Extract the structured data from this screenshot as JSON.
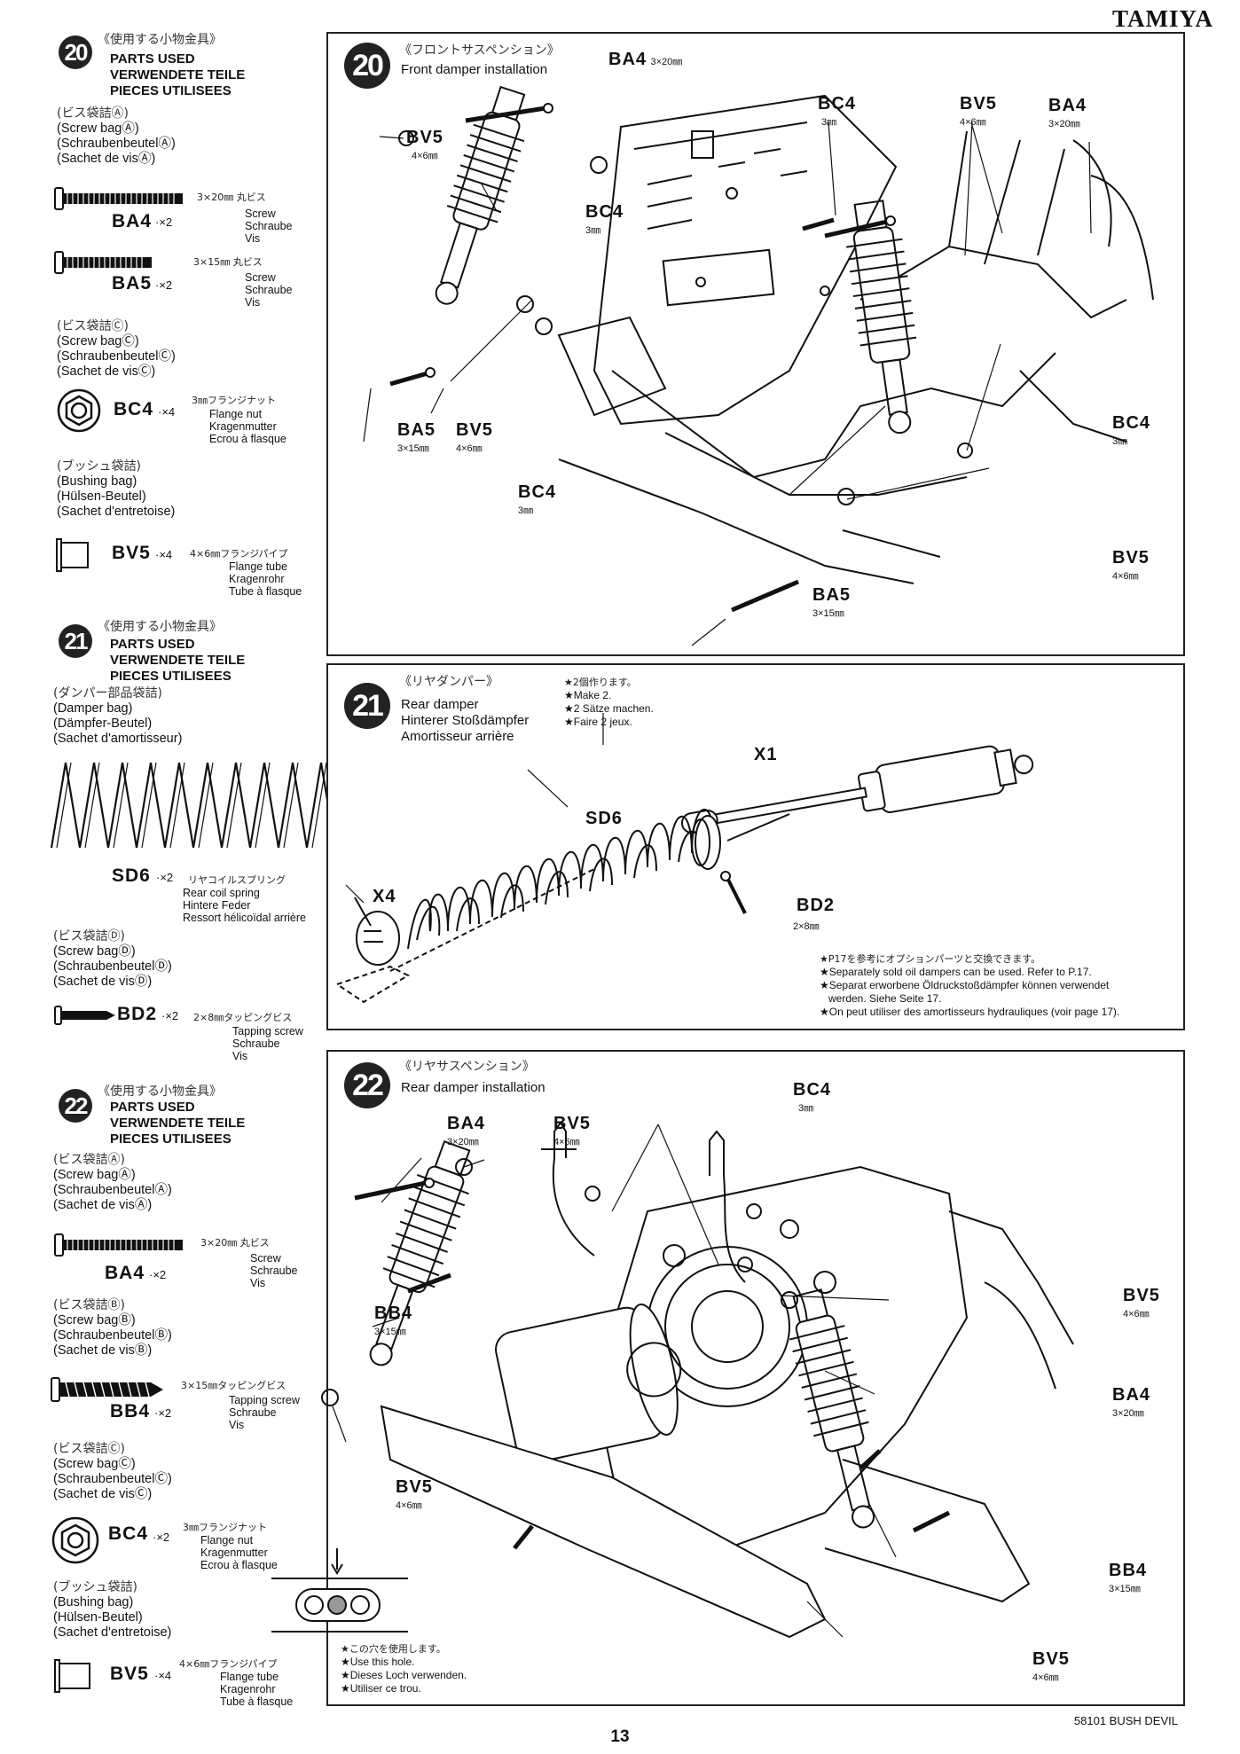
{
  "brand": "TAMIYA",
  "footer": {
    "product": "58101 BUSH DEVIL",
    "page": "13"
  },
  "left": {
    "s20": {
      "num": "20",
      "jp": "《使用する小物金具》",
      "h1": "PARTS USED",
      "h2": "VERWENDETE TEILE",
      "h3": "PIECES UTILISEES",
      "bagA": {
        "jp": "(ビス袋詰Ⓐ)",
        "en": "(Screw bagⒶ)",
        "de": "(SchraubenbeutelⒶ)",
        "fr": "(Sachet de visⒶ)"
      },
      "ba4": {
        "code": "BA4",
        "qty": "·×2",
        "size": "3×20㎜ 丸ビス",
        "d1": "Screw",
        "d2": "Schraube",
        "d3": "Vis"
      },
      "ba5": {
        "code": "BA5",
        "qty": "·×2",
        "size": "3×15㎜ 丸ビス",
        "d1": "Screw",
        "d2": "Schraube",
        "d3": "Vis"
      },
      "bagC": {
        "jp": "(ビス袋詰Ⓒ)",
        "en": "(Screw bagⒸ)",
        "de": "(SchraubenbeutelⒸ)",
        "fr": "(Sachet de visⒸ)"
      },
      "bc4": {
        "code": "BC4",
        "qty": "·×4",
        "size": "3㎜フランジナット",
        "d1": "Flange nut",
        "d2": "Kragenmutter",
        "d3": "Ecrou à flasque"
      },
      "bush": {
        "jp": "(ブッシュ袋詰)",
        "en": "(Bushing bag)",
        "de": "(Hülsen-Beutel)",
        "fr": "(Sachet d'entretoise)"
      },
      "bv5": {
        "code": "BV5",
        "qty": "·×4",
        "size": "4×6㎜フランジパイプ",
        "d1": "Flange tube",
        "d2": "Kragenrohr",
        "d3": "Tube à flasque"
      }
    },
    "s21": {
      "num": "21",
      "jp": "《使用する小物金具》",
      "h1": "PARTS USED",
      "h2": "VERWENDETE TEILE",
      "h3": "PIECES UTILISEES",
      "bag": {
        "jp": "(ダンパー部品袋詰)",
        "en": "(Damper bag)",
        "de": "(Dämpfer-Beutel)",
        "fr": "(Sachet d'amortisseur)"
      },
      "sd6": {
        "code": "SD6",
        "qty": "·×2",
        "size": "リヤコイルスプリング",
        "d1": "Rear coil spring",
        "d2": "Hintere Feder",
        "d3": "Ressort hélicoïdal arrière"
      },
      "bagD": {
        "jp": "(ビス袋詰Ⓓ)",
        "en": "(Screw bagⒹ)",
        "de": "(SchraubenbeutelⒹ)",
        "fr": "(Sachet de visⒹ)"
      },
      "bd2": {
        "code": "BD2",
        "qty": "·×2",
        "size": "2×8㎜タッピングビス",
        "d1": "Tapping screw",
        "d2": "Schraube",
        "d3": "Vis"
      }
    },
    "s22": {
      "num": "22",
      "jp": "《使用する小物金具》",
      "h1": "PARTS USED",
      "h2": "VERWENDETE TEILE",
      "h3": "PIECES UTILISEES",
      "bagA": {
        "jp": "(ビス袋詰Ⓐ)",
        "en": "(Screw bagⒶ)",
        "de": "(SchraubenbeutelⒶ)",
        "fr": "(Sachet de visⒶ)"
      },
      "ba4": {
        "code": "BA4",
        "qty": "·×2",
        "size": "3×20㎜ 丸ビス",
        "d1": "Screw",
        "d2": "Schraube",
        "d3": "Vis"
      },
      "bagB": {
        "jp": "(ビス袋詰Ⓑ)",
        "en": "(Screw bagⒷ)",
        "de": "(SchraubenbeutelⒷ)",
        "fr": "(Sachet de visⒷ)"
      },
      "bb4": {
        "code": "BB4",
        "qty": "·×2",
        "size": "3×15㎜タッピングビス",
        "d1": "Tapping screw",
        "d2": "Schraube",
        "d3": "Vis"
      },
      "bagC": {
        "jp": "(ビス袋詰Ⓒ)",
        "en": "(Screw bagⒸ)",
        "de": "(SchraubenbeutelⒸ)",
        "fr": "(Sachet de visⒸ)"
      },
      "bc4": {
        "code": "BC4",
        "qty": "·×2",
        "size": "3㎜フランジナット",
        "d1": "Flange nut",
        "d2": "Kragenmutter",
        "d3": "Ecrou à flasque"
      },
      "bush": {
        "jp": "(ブッシュ袋詰)",
        "en": "(Bushing bag)",
        "de": "(Hülsen-Beutel)",
        "fr": "(Sachet d'entretoise)"
      },
      "bv5": {
        "code": "BV5",
        "qty": "·×4",
        "size": "4×6㎜フランジパイプ",
        "d1": "Flange tube",
        "d2": "Kragenrohr",
        "d3": "Tube à flasque"
      }
    }
  },
  "p20": {
    "num": "20",
    "jp": "《フロントサスペンション》",
    "en": "Front damper installation",
    "labels": {
      "ba4_top": {
        "c": "BA4",
        "s": "3×20㎜"
      },
      "bv5_l": {
        "c": "BV5",
        "s": "4×6㎜"
      },
      "bc4_m": {
        "c": "BC4",
        "s": "3㎜"
      },
      "bc4_t": {
        "c": "BC4",
        "s": "3㎜"
      },
      "bv5_t": {
        "c": "BV5",
        "s": "4×6㎜"
      },
      "ba4_t": {
        "c": "BA4",
        "s": "3×20㎜"
      },
      "ba5_l": {
        "c": "BA5",
        "s": "3×15㎜"
      },
      "bv5_b": {
        "c": "BV5",
        "s": "4×6㎜"
      },
      "bc4_b": {
        "c": "BC4",
        "s": "3㎜"
      },
      "bc4_r": {
        "c": "BC4",
        "s": "3㎜"
      },
      "bv5_r": {
        "c": "BV5",
        "s": "4×6㎜"
      },
      "ba5_b": {
        "c": "BA5",
        "s": "3×15㎜"
      }
    }
  },
  "p21": {
    "num": "21",
    "jp": "《リヤダンパー》",
    "en": "Rear damper",
    "de": "Hinterer Stoßdämpfer",
    "fr": "Amortisseur arrière",
    "make_jp": "★2個作ります。",
    "make_en": "★Make 2.",
    "make_de": "★2 Sätze machen.",
    "make_fr": "★Faire 2 jeux.",
    "labels": {
      "x1": "X1",
      "sd6": "SD6",
      "x4": "X4",
      "bd2": "BD2",
      "bd2s": "2×8㎜"
    },
    "opt_jp": "★P17を参考にオプションパーツと交換できます。",
    "opt_en": "★Separately sold oil dampers can be used. Refer to P.17.",
    "opt_de1": "★Separat erworbene Öldruckstoßdämpfer können verwendet",
    "opt_de2": "werden. Siehe Seite 17.",
    "opt_fr": "★On peut utiliser des amortisseurs hydrauliques (voir page 17)."
  },
  "p22": {
    "num": "22",
    "jp": "《リヤサスペンション》",
    "en": "Rear damper installation",
    "labels": {
      "ba4": {
        "c": "BA4",
        "s": "3×20㎜"
      },
      "bv5": {
        "c": "BV5",
        "s": "4×6㎜"
      },
      "bc4": {
        "c": "BC4",
        "s": "3㎜"
      },
      "bb4_l": {
        "c": "BB4",
        "s": "3×15㎜"
      },
      "bv5_r": {
        "c": "BV5",
        "s": "4×6㎜"
      },
      "ba4_r": {
        "c": "BA4",
        "s": "3×20㎜"
      },
      "bv5_l": {
        "c": "BV5",
        "s": "4×6㎜"
      },
      "bb4_r": {
        "c": "BB4",
        "s": "3×15㎜"
      },
      "bv5_b": {
        "c": "BV5",
        "s": "4×6㎜"
      }
    },
    "hole_jp": "★この穴を使用します。",
    "hole_en": "★Use this hole.",
    "hole_de": "★Dieses Loch verwenden.",
    "hole_fr": "★Utiliser ce trou."
  }
}
